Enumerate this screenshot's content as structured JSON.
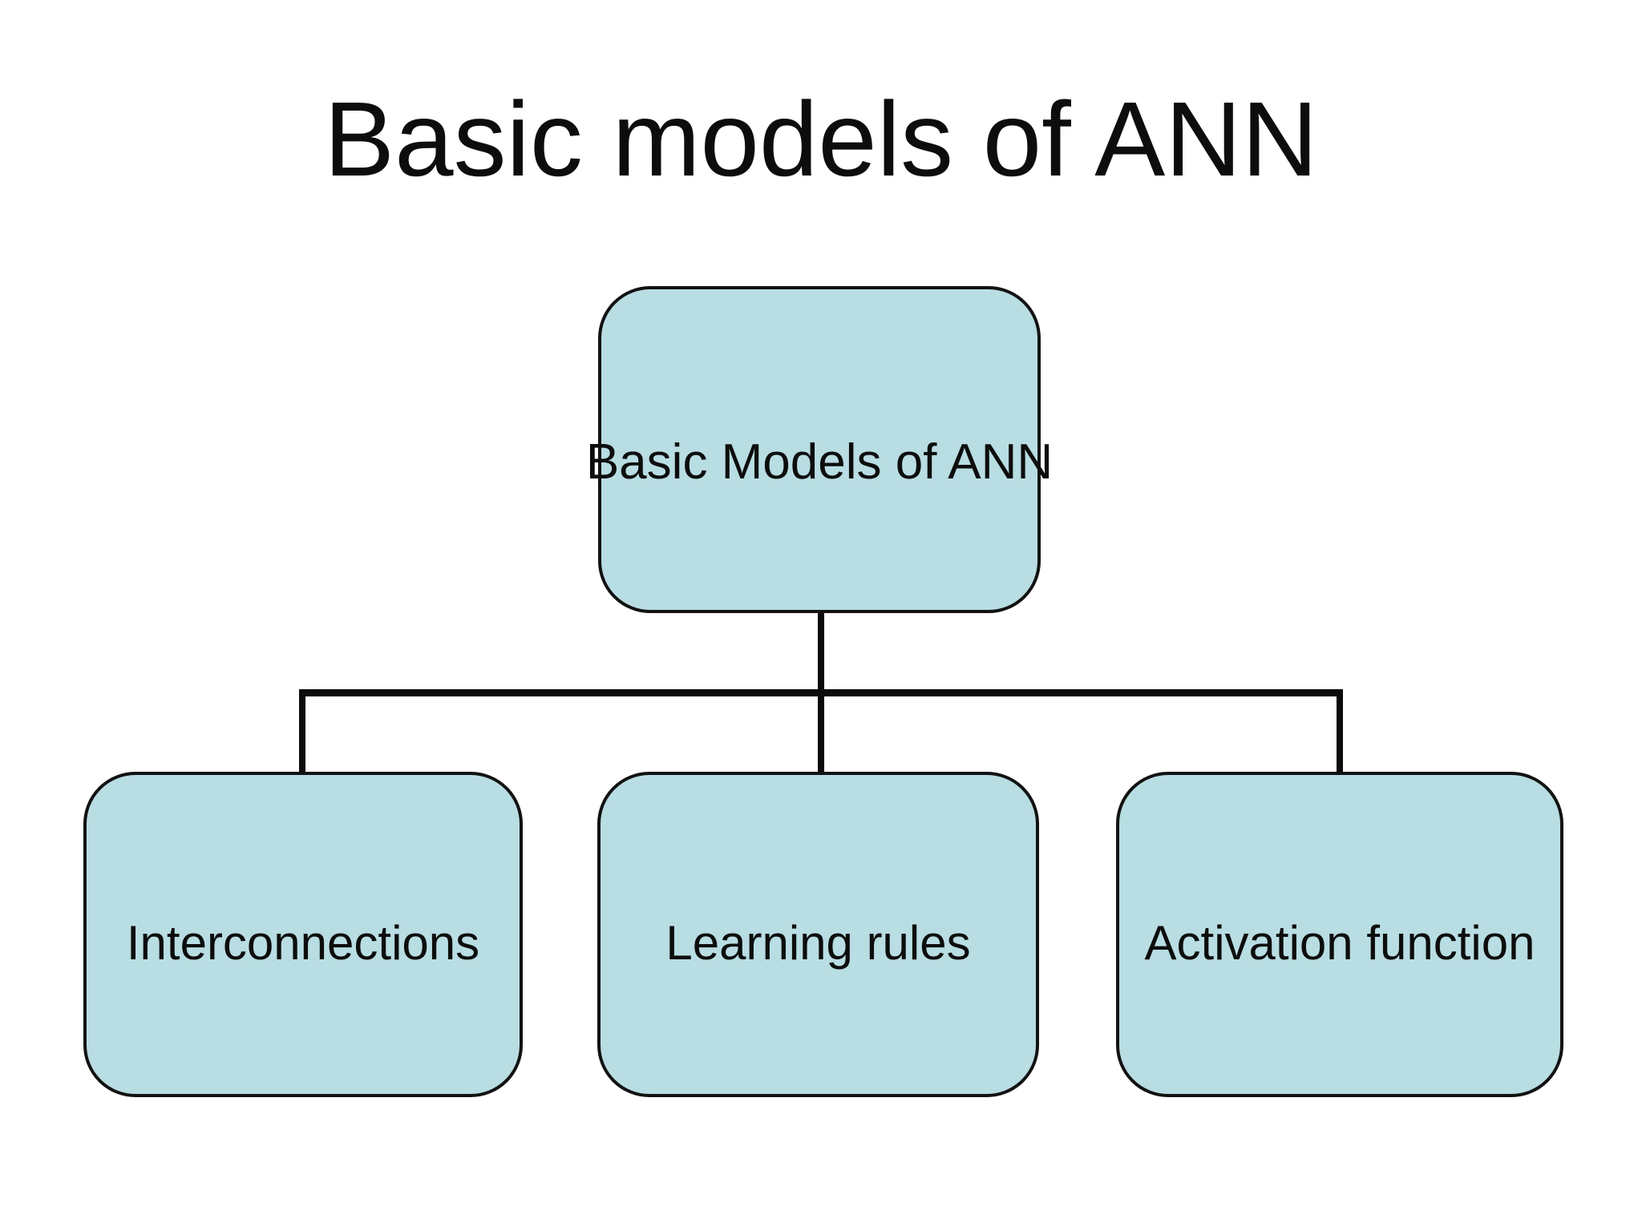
{
  "slide": {
    "title": "Basic models of ANN",
    "background_color": "#ffffff",
    "text_color": "#0d0d0d"
  },
  "diagram": {
    "type": "hierarchy",
    "node_fill_color": "#b8dde2",
    "node_border_color": "#121212",
    "connector_color": "#0b0b0b",
    "root": {
      "label": "Basic Models of ANN"
    },
    "children": [
      {
        "label": "Interconnections"
      },
      {
        "label": "Learning rules"
      },
      {
        "label": "Activation function"
      }
    ]
  }
}
